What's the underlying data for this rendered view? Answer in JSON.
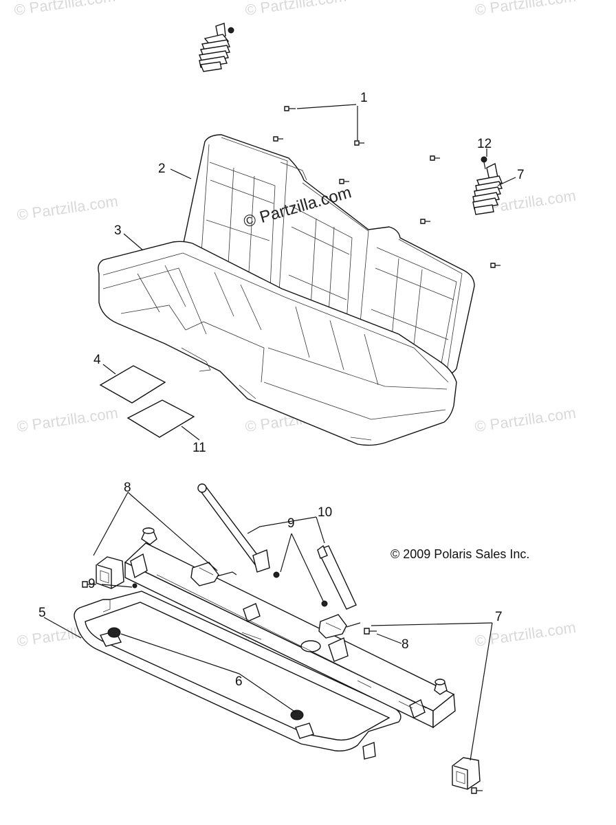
{
  "watermark": "© Partzilla.com",
  "center_watermark": "© Partzilla.com",
  "copyright": "© 2009 Polaris Sales Inc.",
  "callouts": [
    {
      "id": "c1",
      "label": "1"
    },
    {
      "id": "c2",
      "label": "2"
    },
    {
      "id": "c3",
      "label": "3"
    },
    {
      "id": "c4",
      "label": "4"
    },
    {
      "id": "c11",
      "label": "11"
    },
    {
      "id": "c12",
      "label": "12"
    },
    {
      "id": "c7a",
      "label": "7"
    },
    {
      "id": "c8a",
      "label": "8"
    },
    {
      "id": "c10",
      "label": "10"
    },
    {
      "id": "c9a",
      "label": "9"
    },
    {
      "id": "c9b",
      "label": "9"
    },
    {
      "id": "c5",
      "label": "5"
    },
    {
      "id": "c6",
      "label": "6"
    },
    {
      "id": "c8b",
      "label": "8"
    },
    {
      "id": "c7b",
      "label": "7"
    }
  ]
}
